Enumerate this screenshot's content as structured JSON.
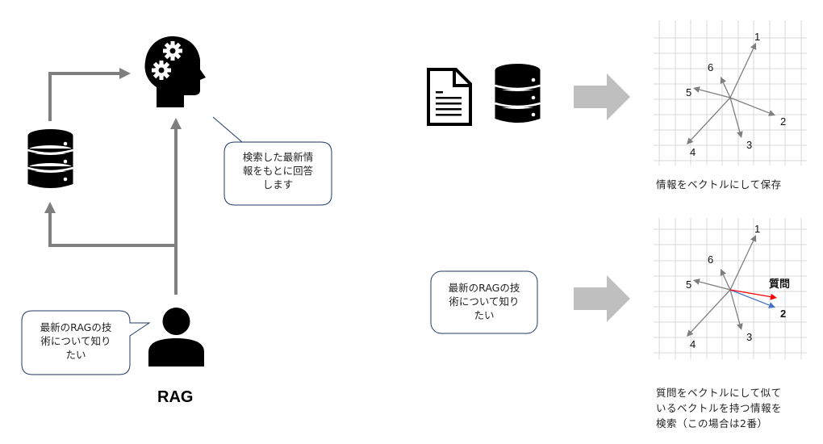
{
  "left_panel": {
    "title": "RAG",
    "user_bubble": {
      "lines": [
        "最新のRAGの技",
        "術について知り",
        "たい"
      ]
    },
    "answer_bubble": {
      "lines": [
        "検索した最新情",
        "報をもとに回答",
        "します"
      ]
    },
    "icons": {
      "brain": "head-gears-icon",
      "database": "database-icon",
      "user": "user-icon"
    }
  },
  "right_panel": {
    "top_row": {
      "icons": [
        "document-icon",
        "database-icon",
        "arrow-right-icon"
      ],
      "caption": "情報をベクトルにして保存",
      "vector_labels": [
        "1",
        "2",
        "3",
        "4",
        "5",
        "6"
      ]
    },
    "bottom_row": {
      "query_bubble": {
        "lines": [
          "最新のRAGの技",
          "術について知り",
          "たい"
        ]
      },
      "caption_lines": [
        "質問をベクトルにして似て",
        "いるベクトルを持つ情報を",
        "検索（この場合は2番）"
      ],
      "vector_labels": [
        "1",
        "2",
        "3",
        "4",
        "5",
        "6"
      ],
      "query_label": "質問",
      "match_label": "2"
    }
  },
  "colors": {
    "arrow_gray": "#7f7f7f",
    "big_arrow_gray": "#bfbfbf",
    "grid": "#d9d9d9",
    "bubble_border": "#1f3864",
    "query_red": "#ff0000",
    "match_blue": "#4472c4"
  }
}
